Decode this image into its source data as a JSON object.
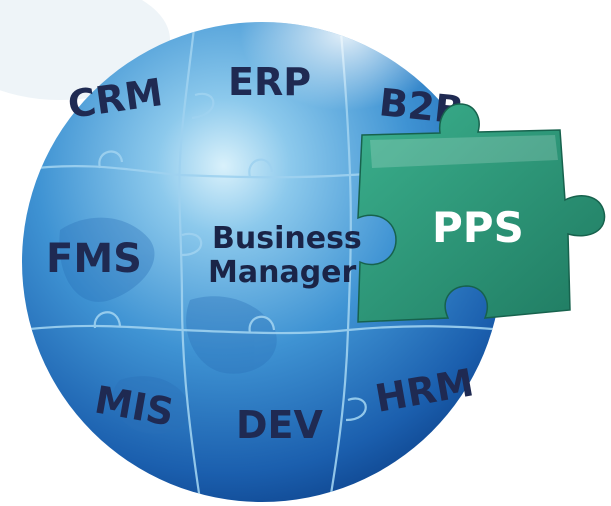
{
  "globe": {
    "pieces": [
      {
        "id": "crm",
        "label": "CRM"
      },
      {
        "id": "erp",
        "label": "ERP"
      },
      {
        "id": "b2b",
        "label": "B2B"
      },
      {
        "id": "fms",
        "label": "FMS"
      },
      {
        "id": "mis",
        "label": "MIS"
      },
      {
        "id": "dev",
        "label": "DEV"
      },
      {
        "id": "hrm",
        "label": "HRM"
      }
    ],
    "center_piece": {
      "line1": "Business",
      "line2": "Manager"
    },
    "highlight_piece": {
      "label": "PPS"
    }
  },
  "colors": {
    "globe_light": "#bfe6f8",
    "globe_mid": "#3f93d3",
    "globe_dark": "#0b3e86",
    "highlight_piece": "#2e9a7c",
    "highlight_piece_dark": "#1f7a61",
    "label_dark": "#1f2a52"
  }
}
